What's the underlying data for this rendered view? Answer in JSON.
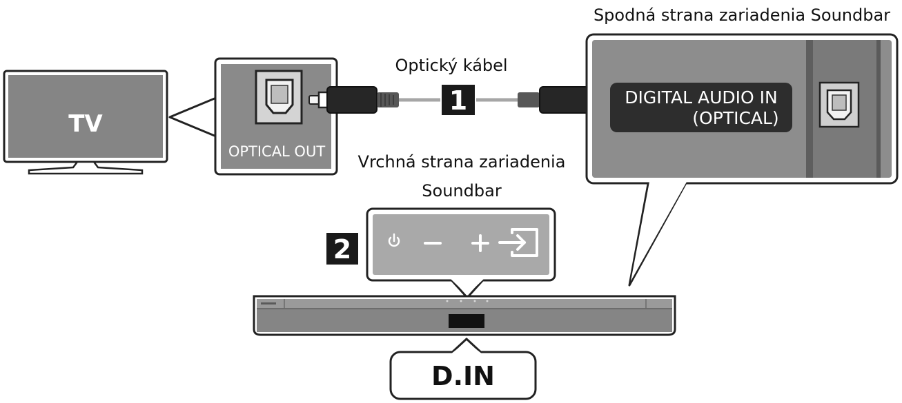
{
  "labels": {
    "tv": "TV",
    "optical_out": "OPTICAL OUT",
    "optical_cable": "Optický kábel",
    "step1": "1",
    "step2": "2",
    "bottom_side_title": "Spodná strana zariadenia Soundbar",
    "digital_audio_line1": "DIGITAL AUDIO IN",
    "digital_audio_line2": "(OPTICAL)",
    "top_side_line1": "Vrchná strana zariadenia",
    "top_side_line2": "Soundbar",
    "din": "D.IN"
  },
  "icons": [
    "power-icon",
    "minus-icon",
    "plus-icon",
    "source-input-icon"
  ],
  "colors": {
    "panel_gray": "#7d7d7d",
    "panel_light": "#9a9a9a",
    "dark": "#1e1e1e",
    "soundbar": "#8c8c8c",
    "outline": "#222222"
  }
}
